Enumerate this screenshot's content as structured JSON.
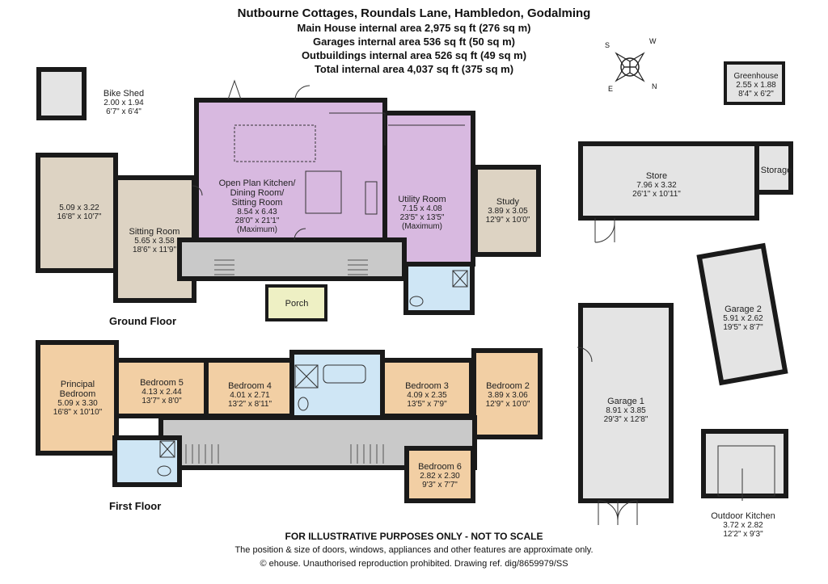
{
  "header": {
    "address": "Nutbourne Cottages, Roundals Lane, Hambledon, Godalming",
    "main_house": "Main House internal area 2,975 sq ft (276 sq m)",
    "garages": "Garages internal area 536 sq ft (50 sq m)",
    "outbuildings": "Outbuildings internal area 526 sq ft (49 sq m)",
    "total": "Total internal area 4,037 sq ft (375 sq m)"
  },
  "compass": {
    "n": "N",
    "s": "S",
    "e": "E",
    "w": "W"
  },
  "floors": {
    "ground": "Ground Floor",
    "first": "First Floor"
  },
  "rooms": {
    "bike_shed": {
      "name": "Bike Shed",
      "metric": "2.00 x 1.94",
      "imperial": "6'7\" x 6'4\""
    },
    "greenhouse": {
      "name": "Greenhouse",
      "metric": "2.55 x 1.88",
      "imperial": "8'4\" x 6'2\""
    },
    "kitchen": {
      "name1": "Open Plan Kitchen/",
      "name2": "Dining Room/",
      "name3": "Sitting Room",
      "metric": "8.54 x 6.43",
      "imperial": "28'0\" x 21'1\"",
      "note": "(Maximum)"
    },
    "utility": {
      "name": "Utility Room",
      "metric": "7.15 x 4.08",
      "imperial": "23'5\" x 13'5\"",
      "note": "(Maximum)"
    },
    "study": {
      "name": "Study",
      "metric": "3.89 x 3.05",
      "imperial": "12'9\" x 10'0\""
    },
    "left_room": {
      "metric": "5.09 x 3.22",
      "imperial": "16'8\" x 10'7\""
    },
    "sitting": {
      "name": "Sitting Room",
      "metric": "5.65 x 3.58",
      "imperial": "18'6\" x 11'9\""
    },
    "porch": {
      "name": "Porch"
    },
    "store": {
      "name": "Store",
      "metric": "7.96 x 3.32",
      "imperial": "26'1\" x 10'11\""
    },
    "storage": {
      "name": "Storage"
    },
    "garage2": {
      "name": "Garage 2",
      "metric": "5.91 x 2.62",
      "imperial": "19'5\" x 8'7\""
    },
    "garage1": {
      "name": "Garage 1",
      "metric": "8.91 x 3.85",
      "imperial": "29'3\" x 12'8\""
    },
    "outdoor_kitchen": {
      "name": "Outdoor Kitchen",
      "metric": "3.72 x 2.82",
      "imperial": "12'2\" x 9'3\""
    },
    "principal": {
      "name1": "Principal",
      "name2": "Bedroom",
      "metric": "5.09 x 3.30",
      "imperial": "16'8\" x 10'10\""
    },
    "bed5": {
      "name": "Bedroom 5",
      "metric": "4.13 x 2.44",
      "imperial": "13'7\" x 8'0\""
    },
    "bed4": {
      "name": "Bedroom 4",
      "metric": "4.01 x 2.71",
      "imperial": "13'2\" x 8'11\""
    },
    "bed3": {
      "name": "Bedroom 3",
      "metric": "4.09 x 2.35",
      "imperial": "13'5\" x 7'9\""
    },
    "bed2": {
      "name": "Bedroom 2",
      "metric": "3.89 x 3.06",
      "imperial": "12'9\" x 10'0\""
    },
    "bed6": {
      "name": "Bedroom 6",
      "metric": "2.82 x 2.30",
      "imperial": "9'3\" x 7'7\""
    }
  },
  "footer": {
    "disclaimer": "FOR ILLUSTRATIVE PURPOSES ONLY - NOT TO SCALE",
    "note": "The position & size of doors, windows, appliances and other features are approximate only.",
    "copyright": "© ehouse. Unauthorised reproduction prohibited. Drawing ref. dig/8659979/SS"
  },
  "colors": {
    "kitchen": "#d8b9e0",
    "living": "#ddd3c3",
    "hall": "#c9c9c9",
    "bath": "#cfe6f5",
    "bedroom": "#f2cfa4",
    "porch": "#eef0c4",
    "outbuilding": "#e4e4e4",
    "wall": "#1a1a1a"
  }
}
